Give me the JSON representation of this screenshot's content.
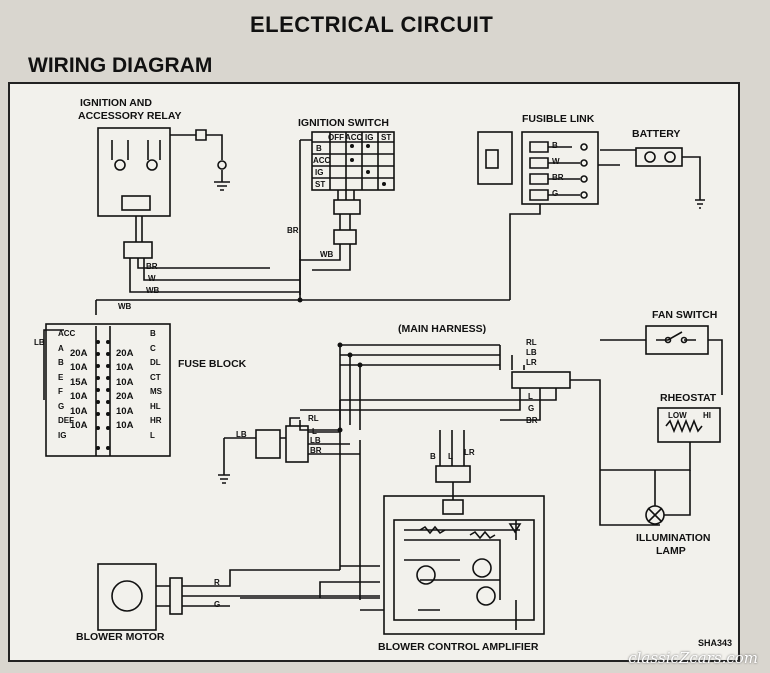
{
  "page": {
    "title": "ELECTRICAL CIRCUIT",
    "subtitle": "WIRING DIAGRAM",
    "code": "SHA343",
    "watermark": "classicZcars.com"
  },
  "components": {
    "relay": [
      "IGNITION AND",
      "ACCESSORY RELAY"
    ],
    "ignition_switch": "IGNITION SWITCH",
    "fusible_link": "FUSIBLE LINK",
    "battery": "BATTERY",
    "fuse_block": "FUSE BLOCK",
    "main_harness": "(MAIN HARNESS)",
    "fan_switch": "FAN SWITCH",
    "rheostat": "RHEOSTAT",
    "rheostat_low": "LOW",
    "rheostat_hi": "HI",
    "illumination_lamp": [
      "ILLUMINATION",
      "LAMP"
    ],
    "blower_motor": "BLOWER MOTOR",
    "blower_amp": "BLOWER CONTROL AMPLIFIER"
  },
  "ignition_table": {
    "cols": [
      "OFF",
      "ACC",
      "IG",
      "ST"
    ],
    "rows": [
      "B",
      "ACC",
      "IG",
      "ST"
    ]
  },
  "fuses_left": [
    {
      "name": "ACC",
      "val": ""
    },
    {
      "name": "A",
      "val": "20A"
    },
    {
      "name": "B",
      "val": "10A"
    },
    {
      "name": "E",
      "val": "15A"
    },
    {
      "name": "F",
      "val": "10A"
    },
    {
      "name": "G",
      "val": "10A"
    },
    {
      "name": "DEF",
      "val": "10A"
    },
    {
      "name": "IG",
      "val": ""
    }
  ],
  "fuses_right": [
    {
      "name": "B",
      "val": ""
    },
    {
      "name": "C",
      "val": "20A"
    },
    {
      "name": "DL",
      "val": "10A"
    },
    {
      "name": "CT",
      "val": "10A"
    },
    {
      "name": "MS",
      "val": "20A"
    },
    {
      "name": "HL",
      "val": "10A"
    },
    {
      "name": "HR",
      "val": "10A"
    },
    {
      "name": "L",
      "val": ""
    }
  ],
  "wires": {
    "br": "BR",
    "w": "W",
    "wb": "WB",
    "lb": "LB",
    "rl": "RL",
    "l": "L",
    "g": "G",
    "r": "R",
    "b": "B",
    "lr": "LR"
  },
  "fusible_terms": [
    "B",
    "W",
    "BR",
    "G"
  ]
}
